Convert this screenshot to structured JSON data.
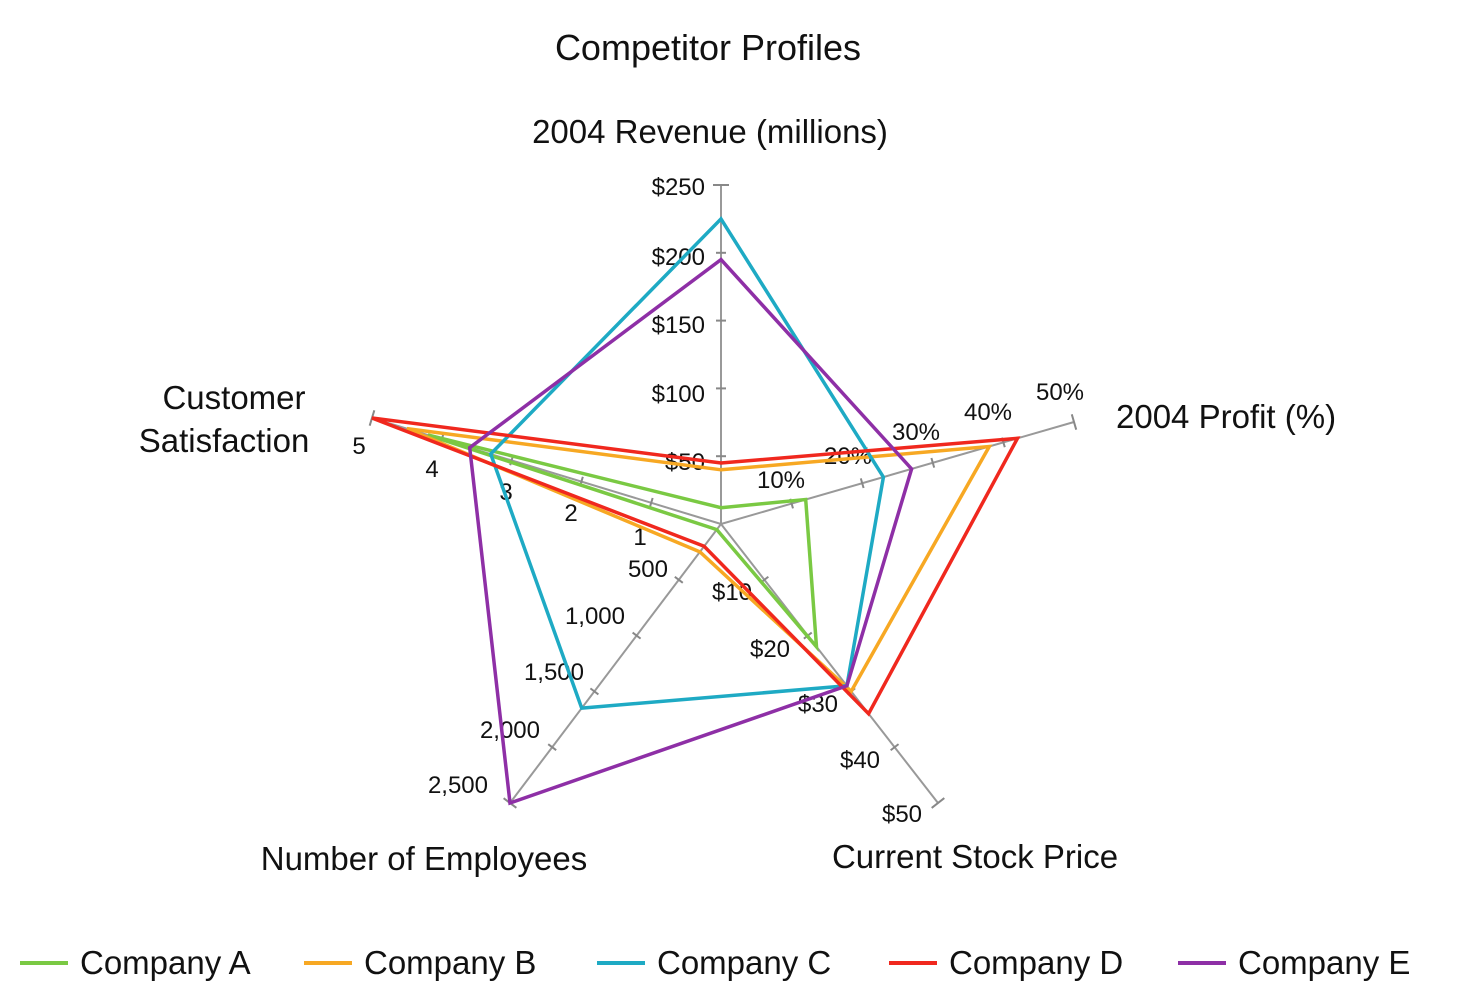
{
  "chart_data": {
    "type": "radar",
    "title": "Competitor Profiles",
    "axes": [
      {
        "name": "2004 Revenue (millions)",
        "min": 0,
        "max": 250,
        "ticks": [
          {
            "value": 50,
            "label": "$50"
          },
          {
            "value": 100,
            "label": "$100"
          },
          {
            "value": 150,
            "label": "$150"
          },
          {
            "value": 200,
            "label": "$200"
          },
          {
            "value": 250,
            "label": "$250"
          }
        ]
      },
      {
        "name": "2004 Profit (%)",
        "min": 0,
        "max": 50,
        "ticks": [
          {
            "value": 10,
            "label": "10%"
          },
          {
            "value": 20,
            "label": "20%"
          },
          {
            "value": 30,
            "label": "30%"
          },
          {
            "value": 40,
            "label": "40%"
          },
          {
            "value": 50,
            "label": "50%"
          }
        ]
      },
      {
        "name": "Current Stock Price",
        "min": 0,
        "max": 50,
        "ticks": [
          {
            "value": 10,
            "label": "$10"
          },
          {
            "value": 20,
            "label": "$20"
          },
          {
            "value": 30,
            "label": "$30"
          },
          {
            "value": 40,
            "label": "$40"
          },
          {
            "value": 50,
            "label": "$50"
          }
        ]
      },
      {
        "name": "Number of Employees",
        "min": 0,
        "max": 2500,
        "ticks": [
          {
            "value": 500,
            "label": "500"
          },
          {
            "value": 1000,
            "label": "1,000"
          },
          {
            "value": 1500,
            "label": "1,500"
          },
          {
            "value": 2000,
            "label": "2,000"
          },
          {
            "value": 2500,
            "label": "2,500"
          }
        ]
      },
      {
        "name": "Customer Satisfaction",
        "min": 0,
        "max": 5,
        "ticks": [
          {
            "value": 1,
            "label": "1"
          },
          {
            "value": 2,
            "label": "2"
          },
          {
            "value": 3,
            "label": "3"
          },
          {
            "value": 4,
            "label": "4"
          },
          {
            "value": 5,
            "label": "5"
          }
        ]
      }
    ],
    "series": [
      {
        "name": "Company A",
        "color": "#7ac943",
        "values": [
          12,
          12,
          22,
          50,
          4.2
        ]
      },
      {
        "name": "Company B",
        "color": "#f7a823",
        "values": [
          40,
          38,
          30,
          250,
          4.5
        ]
      },
      {
        "name": "Company C",
        "color": "#1eaac4",
        "values": [
          225,
          23,
          29,
          1650,
          3.3
        ]
      },
      {
        "name": "Company D",
        "color": "#f0281e",
        "values": [
          45,
          42,
          34,
          200,
          5.0
        ]
      },
      {
        "name": "Company E",
        "color": "#8e2fa6",
        "values": [
          195,
          27,
          29,
          2500,
          3.6
        ]
      }
    ],
    "legend_position": "bottom",
    "grid": false
  }
}
